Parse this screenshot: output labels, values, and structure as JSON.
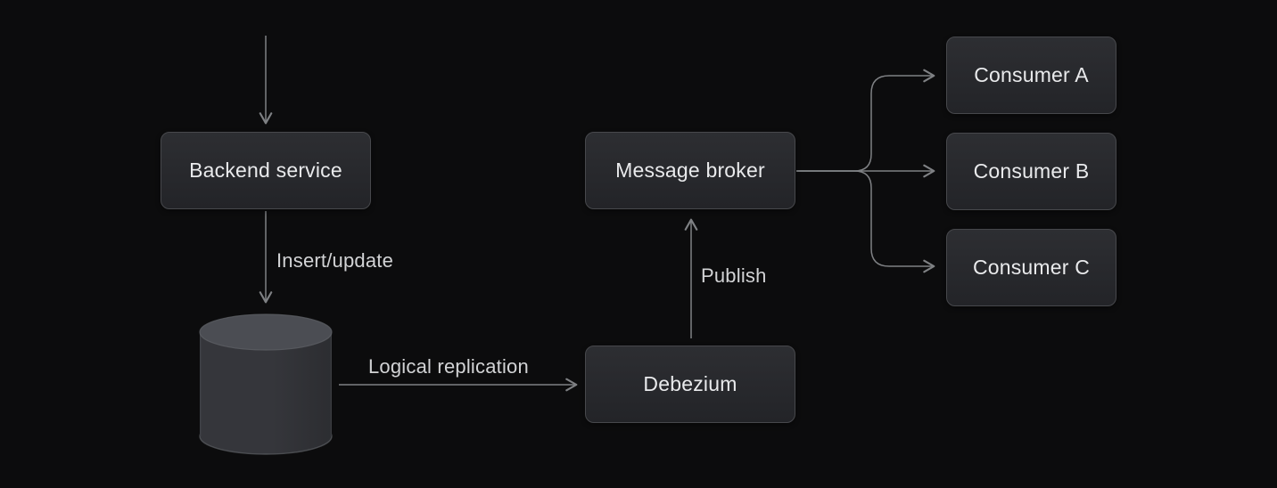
{
  "diagram": {
    "nodes": {
      "backend": {
        "label": "Backend service"
      },
      "database": {
        "icon": "database-cylinder"
      },
      "broker": {
        "label": "Message broker"
      },
      "debezium": {
        "label": "Debezium"
      },
      "consumer_a": {
        "label": "Consumer A"
      },
      "consumer_b": {
        "label": "Consumer B"
      },
      "consumer_c": {
        "label": "Consumer C"
      }
    },
    "edge_labels": {
      "insert_update": "Insert/update",
      "logical_replication": "Logical replication",
      "publish": "Publish"
    }
  },
  "theme": {
    "background": "#0c0c0d",
    "node_fill_top": "#2d2e32",
    "node_fill_bottom": "#232428",
    "node_border": "#47484c",
    "node_text": "#e9eaec",
    "edge_label_text": "#d2d3d5",
    "arrow_line": "#7f8184",
    "cylinder_body": "#35363b",
    "cylinder_body_dark": "#2c2d31",
    "cylinder_top": "#4b4d53",
    "cylinder_rim": "#5d5f64"
  }
}
